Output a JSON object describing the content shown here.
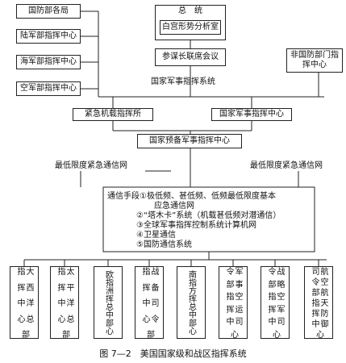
{
  "diagram": {
    "left_top_boxes": [
      "国防部各局",
      "陆军部指挥中心",
      "海军部指挥中心",
      "空军部指挥中心"
    ],
    "top_center_title": "总　统",
    "top_center_sub": "白宫形势分析室",
    "joint_chiefs": "参谋长联席会议",
    "non_dod": "非国防部门指挥中心",
    "national_system_label": "国家军事指挥系统",
    "emergency_airborne": "紧急机载指挥所",
    "national_center": "国家军事指挥中心",
    "reserve_center": "国家预备军事指挥中心",
    "min_comm_left": "最低限度紧急通信网",
    "min_comm_right": "最低限度紧急通信网",
    "comm_lines": [
      "通信手段①极低频、甚低频、低频最低限度基本",
      "应急通信网",
      "②“塔木卡”系统（机载甚低频对潜通信）",
      "③全球军事指挥控制系统计算机网",
      "④卫星通信",
      "⑤国防通信系统"
    ],
    "bottom_boxes": [
      "大西洋总部",
      "太平洋总部",
      "欧洲总部",
      "战备司令部",
      "南方总部",
      "军事空运司令部",
      "战略空军司令部",
      "航空航天防御司令部"
    ],
    "bottom_boxes_display": [
      [
        "大指",
        "西挥",
        "洋中",
        "总心",
        "部"
      ],
      [
        "太指",
        "平挥",
        "洋中",
        "总心",
        "部"
      ],
      [
        "欧指",
        "洲挥",
        "总中",
        "部心"
      ],
      [
        "战指",
        "备挥",
        "司中",
        "令心",
        "部"
      ],
      [
        "南指",
        "方挥",
        "总中",
        "部心"
      ],
      [
        "军令",
        "事部",
        "空指",
        "运挥",
        "司中",
        "心"
      ],
      [
        "战令",
        "略部",
        "空指",
        "军挥",
        "司中",
        "心"
      ],
      [
        "航司",
        "空令",
        "航部",
        "天指",
        "防挥",
        "御中",
        "心"
      ]
    ],
    "caption": "图 7—2　美国国家级和战区指挥系统"
  }
}
